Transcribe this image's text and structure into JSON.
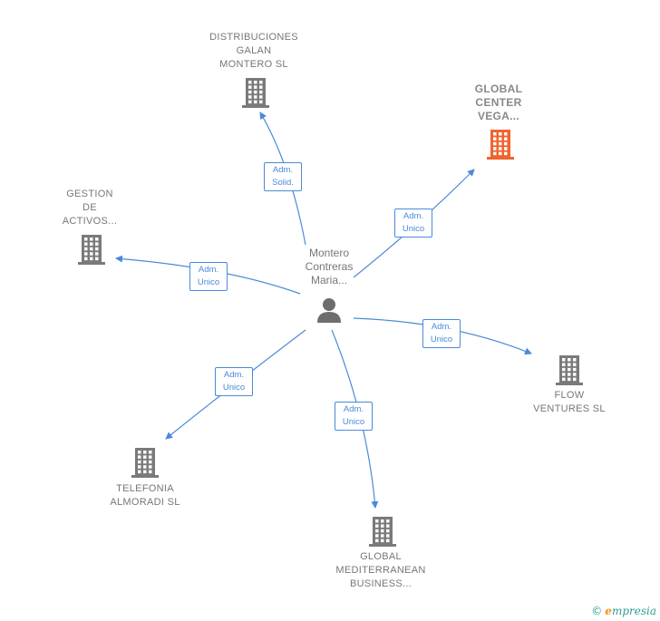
{
  "center": {
    "label": "Montero\nContreras\nMaria..."
  },
  "companies": [
    {
      "id": "distribuciones",
      "label": "DISTRIBUCIONES\nGALAN\nMONTERO  SL",
      "focus": false
    },
    {
      "id": "global_center",
      "label": "GLOBAL\nCENTER\nVEGA...",
      "focus": true
    },
    {
      "id": "gestion",
      "label": "GESTION\nDE\nACTIVOS...",
      "focus": false
    },
    {
      "id": "flow",
      "label": "FLOW\nVENTURES  SL",
      "focus": false
    },
    {
      "id": "telefonia",
      "label": "TELEFONIA\nALMORADI  SL",
      "focus": false
    },
    {
      "id": "mediterranean",
      "label": "GLOBAL\nMEDITERRANEAN\nBUSINESS...",
      "focus": false
    }
  ],
  "edges": [
    {
      "target": "distribuciones",
      "label": "Adm.\nSolid."
    },
    {
      "target": "global_center",
      "label": "Adm.\nUnico"
    },
    {
      "target": "gestion",
      "label": "Adm.\nUnico"
    },
    {
      "target": "flow",
      "label": "Adm.\nUnico"
    },
    {
      "target": "telefonia",
      "label": "Adm.\nUnico"
    },
    {
      "target": "mediterranean",
      "label": "Adm.\nUnico"
    }
  ],
  "colors": {
    "edge": "#4a8ad8",
    "building": "#7a7a7a",
    "building_focus": "#f0642f",
    "person": "#6e6e6e"
  },
  "icons": {
    "company": "building-icon",
    "person": "person-icon"
  },
  "brand": {
    "copyright": "©",
    "name_first": "e",
    "name_rest": "mpresia"
  }
}
